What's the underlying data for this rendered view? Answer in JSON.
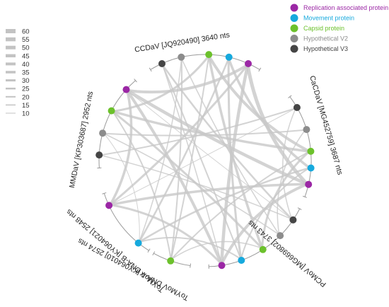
{
  "legend": {
    "items": [
      {
        "label": "Replication associated protein",
        "color": "#9b27a5"
      },
      {
        "label": "Movement protein",
        "color": "#16a9dd"
      },
      {
        "label": "Capsid protein",
        "color": "#6cc12c"
      },
      {
        "label": "Hypothetical V2",
        "color": "#8c8c8c"
      },
      {
        "label": "Hypothetical V3",
        "color": "#454545"
      }
    ]
  },
  "width_legend": [
    60,
    55,
    50,
    45,
    40,
    35,
    30,
    25,
    20,
    15,
    10
  ],
  "genomes": [
    {
      "label": "CCDaV [JQ920490] 3640 nts"
    },
    {
      "label": "CaCDaV [MG452759] 3687 nts"
    },
    {
      "label": "PCMoV [MG669802] 3743 nts"
    },
    {
      "label": "ToYMoV DNA-A [KY064010] 2574 nts"
    },
    {
      "label": "ToYMoV DNA-B [KY064021] 2548 nts"
    },
    {
      "label": "MMDaV [KP303687] 2952 nts"
    }
  ],
  "nodes": [
    {
      "id": "ccdav-v3",
      "genome": 0,
      "type": "Hypothetical V3"
    },
    {
      "id": "ccdav-v2",
      "genome": 0,
      "type": "Hypothetical V2"
    },
    {
      "id": "ccdav-cp",
      "genome": 0,
      "type": "Capsid protein"
    },
    {
      "id": "ccdav-mp",
      "genome": 0,
      "type": "Movement protein"
    },
    {
      "id": "ccdav-rep",
      "genome": 0,
      "type": "Replication associated protein"
    },
    {
      "id": "cacdav-v3",
      "genome": 1,
      "type": "Hypothetical V3"
    },
    {
      "id": "cacdav-v2",
      "genome": 1,
      "type": "Hypothetical V2"
    },
    {
      "id": "cacdav-cp",
      "genome": 1,
      "type": "Capsid protein"
    },
    {
      "id": "cacdav-mp",
      "genome": 1,
      "type": "Movement protein"
    },
    {
      "id": "cacdav-rep",
      "genome": 1,
      "type": "Replication associated protein"
    },
    {
      "id": "pcmov-v3",
      "genome": 2,
      "type": "Hypothetical V3"
    },
    {
      "id": "pcmov-v2",
      "genome": 2,
      "type": "Hypothetical V2"
    },
    {
      "id": "pcmov-cp",
      "genome": 2,
      "type": "Capsid protein"
    },
    {
      "id": "pcmov-mp",
      "genome": 2,
      "type": "Movement protein"
    },
    {
      "id": "pcmov-rep",
      "genome": 2,
      "type": "Replication associated protein"
    },
    {
      "id": "toymova-cp",
      "genome": 3,
      "type": "Capsid protein"
    },
    {
      "id": "toymovb-mp",
      "genome": 4,
      "type": "Movement protein"
    },
    {
      "id": "toymovb-rep",
      "genome": 4,
      "type": "Replication associated protein"
    },
    {
      "id": "mmdav-v3",
      "genome": 5,
      "type": "Hypothetical V3"
    },
    {
      "id": "mmdav-v2",
      "genome": 5,
      "type": "Hypothetical V2"
    },
    {
      "id": "mmdav-cp",
      "genome": 5,
      "type": "Capsid protein"
    },
    {
      "id": "mmdav-rep",
      "genome": 5,
      "type": "Replication associated protein"
    }
  ],
  "links": [
    [
      "ccdav-v3",
      "pcmov-v3",
      25
    ],
    [
      "ccdav-v3",
      "pcmov-mp",
      20
    ],
    [
      "ccdav-v3",
      "pcmov-rep",
      15
    ],
    [
      "ccdav-v2",
      "toymova-cp",
      20
    ],
    [
      "ccdav-v2",
      "pcmov-v2",
      15
    ],
    [
      "ccdav-v2",
      "toymovb-mp",
      15
    ],
    [
      "ccdav-cp",
      "pcmov-cp",
      35
    ],
    [
      "ccdav-cp",
      "toymova-cp",
      20
    ],
    [
      "ccdav-cp",
      "mmdav-cp",
      30
    ],
    [
      "ccdav-cp",
      "cacdav-cp",
      40
    ],
    [
      "ccdav-mp",
      "toymovb-mp",
      25
    ],
    [
      "ccdav-mp",
      "pcmov-mp",
      30
    ],
    [
      "ccdav-mp",
      "cacdav-mp",
      35
    ],
    [
      "ccdav-rep",
      "mmdav-rep",
      40
    ],
    [
      "ccdav-rep",
      "toymovb-rep",
      30
    ],
    [
      "ccdav-rep",
      "pcmov-rep",
      45
    ],
    [
      "ccdav-rep",
      "cacdav-rep",
      50
    ],
    [
      "cacdav-v3",
      "mmdav-v3",
      20
    ],
    [
      "cacdav-v3",
      "pcmov-v3",
      15
    ],
    [
      "cacdav-v2",
      "mmdav-v2",
      20
    ],
    [
      "cacdav-v2",
      "pcmov-v2",
      15
    ],
    [
      "cacdav-cp",
      "pcmov-cp",
      30
    ],
    [
      "cacdav-cp",
      "mmdav-cp",
      35
    ],
    [
      "cacdav-cp",
      "toymova-cp",
      20
    ],
    [
      "cacdav-mp",
      "toymovb-mp",
      25
    ],
    [
      "cacdav-mp",
      "pcmov-mp",
      20
    ],
    [
      "cacdav-rep",
      "mmdav-rep",
      45
    ],
    [
      "cacdav-rep",
      "toymovb-rep",
      35
    ],
    [
      "cacdav-rep",
      "pcmov-rep",
      40
    ],
    [
      "pcmov-v3",
      "mmdav-v3",
      15
    ],
    [
      "pcmov-v2",
      "mmdav-v2",
      15
    ],
    [
      "pcmov-cp",
      "mmdav-cp",
      30
    ],
    [
      "pcmov-cp",
      "toymova-cp",
      15
    ],
    [
      "pcmov-mp",
      "toymovb-mp",
      20
    ],
    [
      "pcmov-rep",
      "mmdav-rep",
      40
    ],
    [
      "pcmov-rep",
      "toymovb-rep",
      30
    ],
    [
      "toymova-cp",
      "mmdav-cp",
      20
    ],
    [
      "toymovb-rep",
      "mmdav-rep",
      35
    ],
    [
      "toymovb-mp",
      "mmdav-v2",
      10
    ],
    [
      "toymovb-rep",
      "cacdav-v3",
      10
    ],
    [
      "mmdav-rep",
      "pcmov-v3",
      10
    ]
  ]
}
